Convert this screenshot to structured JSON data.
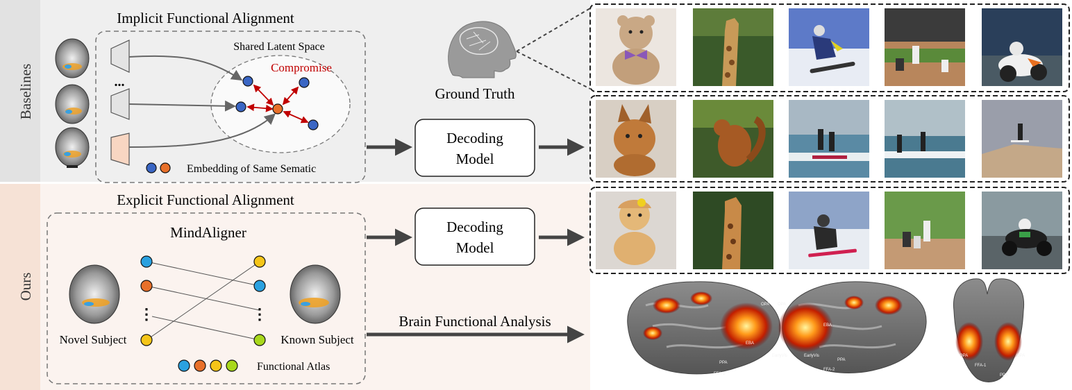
{
  "sections": {
    "baselines_label": "Baselines",
    "ours_label": "Ours"
  },
  "implicit": {
    "title": "Implicit Functional Alignment",
    "shared_latent_space": "Shared Latent Space",
    "compromise": "Compromise",
    "ellipsis": "...",
    "embedding_legend": "Embedding of Same Sematic"
  },
  "explicit": {
    "title": "Explicit Functional Alignment",
    "model_name": "MindAligner",
    "novel_subject": "Novel Subject",
    "known_subject": "Known Subject",
    "functional_atlas": "Functional Atlas",
    "dots_left": "⋮",
    "dots_right": "⋮"
  },
  "ground_truth": {
    "label": "Ground Truth"
  },
  "decoding_model": {
    "line1": "Decoding",
    "line2": "Model"
  },
  "analysis": {
    "label": "Brain Functional Analysis",
    "roi_labels": [
      "OPA",
      "OPA",
      "EBA",
      "EBA",
      "PPA",
      "PPA",
      "FFA-1",
      "FFA-2",
      "EarlyVis",
      "EarlyVis",
      "OPA",
      "OPA",
      "FFA-1",
      "PPA"
    ]
  },
  "image_rows": [
    {
      "name": "ground-truth-row",
      "images": [
        "teddy-bear-image",
        "giraffe-image",
        "snowboarder-image",
        "baseball-image",
        "motorcycle-image"
      ]
    },
    {
      "name": "baseline-row",
      "images": [
        "dog-image",
        "squirrel-image",
        "surfers-image",
        "surfers-waves-image",
        "sand-jump-image"
      ]
    },
    {
      "name": "ours-row",
      "images": [
        "teddy-bear-image",
        "giraffe-image",
        "snowboarder-image",
        "baseball-image",
        "motorcycle-image"
      ]
    }
  ],
  "colors": {
    "baselines_bg": "#efefef",
    "baselines_band": "#e2e2e2",
    "ours_bg": "#fbf3ef",
    "ours_band": "#f6e2d6",
    "blue_node": "#3a66c4",
    "orange_node": "#e8702a",
    "red_arrow": "#c00000",
    "compromise_text": "#c00000",
    "atlas_blue": "#2aa1e0",
    "atlas_orange": "#e8702a",
    "atlas_yellow": "#f5c518",
    "atlas_green": "#a8d81c"
  }
}
